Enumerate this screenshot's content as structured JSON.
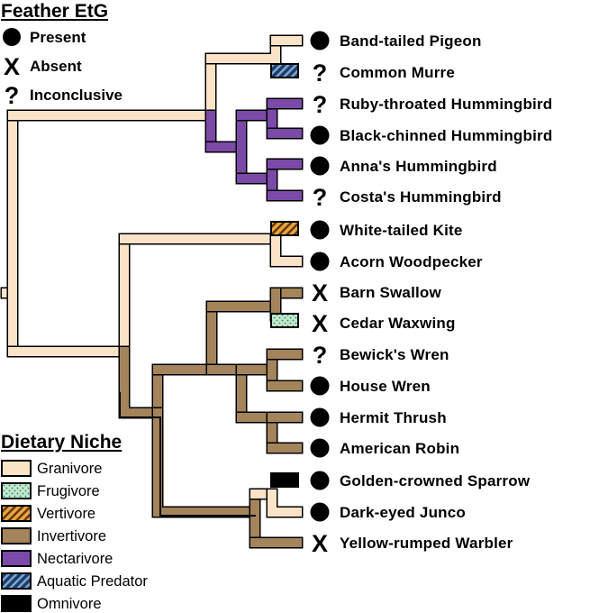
{
  "etg_legend": {
    "title": "Feather EtG",
    "items": [
      {
        "symbol": "present",
        "label": "Present"
      },
      {
        "symbol": "absent",
        "label": "Absent"
      },
      {
        "symbol": "inconclusive",
        "label": "Inconclusive"
      }
    ]
  },
  "diet_legend": {
    "title": "Dietary Niche",
    "items": [
      {
        "key": "granivore",
        "label": "Granivore",
        "color": "#fbe3c7"
      },
      {
        "key": "frugivore",
        "label": "Frugivore",
        "color": "#bfe8cf",
        "pattern": "dots"
      },
      {
        "key": "vertivore",
        "label": "Vertivore",
        "color": "#f0a23e",
        "pattern": "stripes"
      },
      {
        "key": "invertivore",
        "label": "Invertivore",
        "color": "#a4845a"
      },
      {
        "key": "nectarivore",
        "label": "Nectarivore",
        "color": "#7b4aa8"
      },
      {
        "key": "aquatic",
        "label": "Aquatic Predator",
        "color": "#1f3d66",
        "pattern": "stripes"
      },
      {
        "key": "omnivore",
        "label": "Omnivore",
        "color": "#000000"
      }
    ]
  },
  "species": [
    {
      "name": "Band-tailed Pigeon",
      "etg": "present"
    },
    {
      "name": "Common Murre",
      "etg": "inconclusive"
    },
    {
      "name": "Ruby-throated Hummingbird",
      "etg": "inconclusive"
    },
    {
      "name": "Black-chinned Hummingbird",
      "etg": "present"
    },
    {
      "name": "Anna's Hummingbird",
      "etg": "present"
    },
    {
      "name": "Costa's Hummingbird",
      "etg": "inconclusive"
    },
    {
      "name": "White-tailed Kite",
      "etg": "present"
    },
    {
      "name": "Acorn Woodpecker",
      "etg": "present"
    },
    {
      "name": "Barn Swallow",
      "etg": "absent"
    },
    {
      "name": "Cedar Waxwing",
      "etg": "absent"
    },
    {
      "name": "Bewick's Wren",
      "etg": "inconclusive"
    },
    {
      "name": "House Wren",
      "etg": "present"
    },
    {
      "name": "Hermit Thrush",
      "etg": "present"
    },
    {
      "name": "American Robin",
      "etg": "present"
    },
    {
      "name": "Golden-crowned Sparrow",
      "etg": "present"
    },
    {
      "name": "Dark-eyed Junco",
      "etg": "present"
    },
    {
      "name": "Yellow-rumped Warbler",
      "etg": "absent"
    }
  ],
  "symbols": {
    "absent": "X",
    "inconclusive": "?"
  }
}
